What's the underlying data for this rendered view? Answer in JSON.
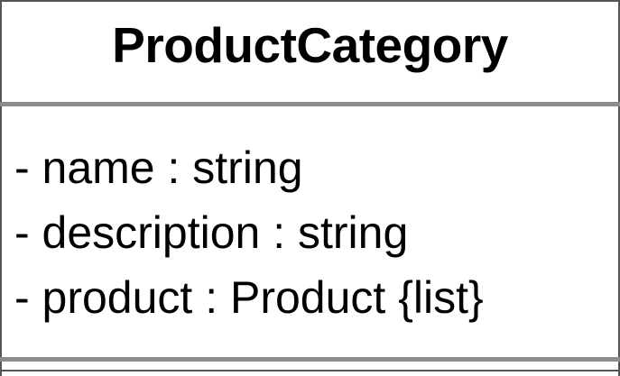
{
  "class": {
    "name": "ProductCategory",
    "attributes": [
      "- name : string",
      "- description : string",
      "- product : Product {list}"
    ],
    "operations": []
  }
}
